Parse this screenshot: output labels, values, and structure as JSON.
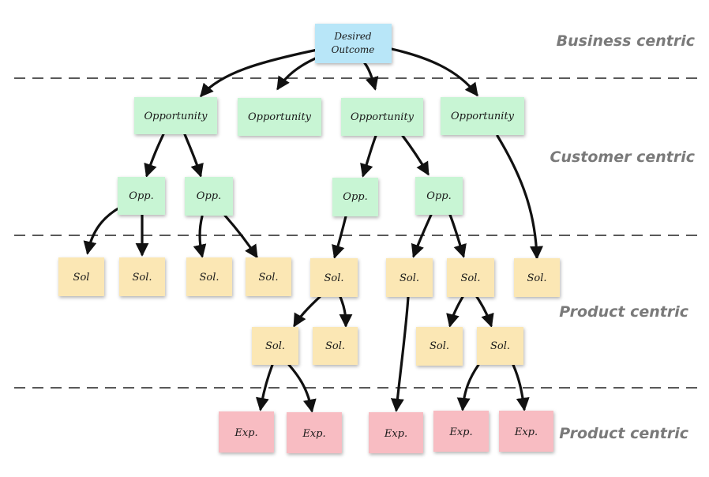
{
  "colors": {
    "outcome": "#b8e6f8",
    "opportunity": "#c8f5d4",
    "solution": "#fbe7b4",
    "experiment": "#f8bcc2",
    "zone_label": "#7a7a7a",
    "edge": "#111111"
  },
  "zones": [
    {
      "label": "Business centric"
    },
    {
      "label": "Customer centric"
    },
    {
      "label": "Product centric"
    },
    {
      "label": "Product centric"
    }
  ],
  "nodes": {
    "outcome": {
      "line1": "Desired",
      "line2": "Outcome"
    },
    "opportunities": [
      {
        "label": "Opportunity"
      },
      {
        "label": "Opportunity"
      },
      {
        "label": "Opportunity"
      },
      {
        "label": "Opportunity"
      }
    ],
    "sub_opportunities": [
      {
        "label": "Opp."
      },
      {
        "label": "Opp."
      },
      {
        "label": "Opp."
      },
      {
        "label": "Opp."
      }
    ],
    "solutions_row1": [
      {
        "label": "Sol"
      },
      {
        "label": "Sol."
      },
      {
        "label": "Sol."
      },
      {
        "label": "Sol."
      },
      {
        "label": "Sol."
      },
      {
        "label": "Sol."
      },
      {
        "label": "Sol."
      },
      {
        "label": "Sol."
      }
    ],
    "solutions_row2": [
      {
        "label": "Sol."
      },
      {
        "label": "Sol."
      },
      {
        "label": "Sol."
      },
      {
        "label": "Sol."
      }
    ],
    "experiments": [
      {
        "label": "Exp."
      },
      {
        "label": "Exp."
      },
      {
        "label": "Exp."
      },
      {
        "label": "Exp."
      },
      {
        "label": "Exp."
      }
    ]
  }
}
